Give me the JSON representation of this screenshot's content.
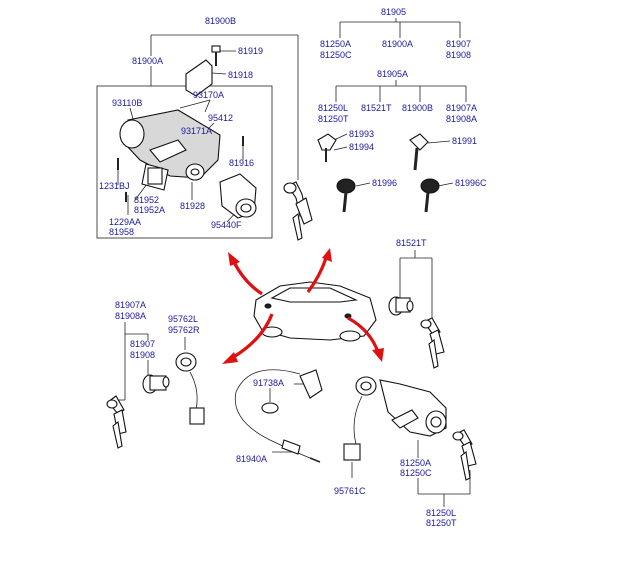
{
  "labels": {
    "l_81900B": "81900B",
    "l_81919": "81919",
    "l_81900A": "81900A",
    "l_81918": "81918",
    "l_93170A": "93170A",
    "l_93110B": "93110B",
    "l_95412": "95412",
    "l_93171A": "93171A",
    "l_81916": "81916",
    "l_1231BJ": "1231BJ",
    "l_81952": "81952",
    "l_81952A": "81952A",
    "l_81928": "81928",
    "l_95440F": "95440F",
    "l_1229AA": "1229AA",
    "l_81958": "81958",
    "l_81905": "81905",
    "l_81250A_top": "81250A",
    "l_81250C_top": "81250C",
    "l_81900A_top": "81900A",
    "l_81907_top": "81907",
    "l_81908_top": "81908",
    "l_81905A": "81905A",
    "l_81250L_top": "81250L",
    "l_81250T_top": "81250T",
    "l_81521T_mid": "81521T",
    "l_81900B_mid": "81900B",
    "l_81907A_mid": "81907A",
    "l_81908A_mid": "81908A",
    "l_81993": "81993",
    "l_81994": "81994",
    "l_81991": "81991",
    "l_81996": "81996",
    "l_81996C": "81996C",
    "l_81521T": "81521T",
    "l_81907A": "81907A",
    "l_81908A": "81908A",
    "l_95762L": "95762L",
    "l_95762R": "95762R",
    "l_81907": "81907",
    "l_81908": "81908",
    "l_91738A": "91738A",
    "l_81940A": "81940A",
    "l_95761C": "95761C",
    "l_81250A": "81250A",
    "l_81250C": "81250C",
    "l_81250L": "81250L",
    "l_81250T": "81250T"
  },
  "colors": {
    "label": "#1a1a9e",
    "arrow": "#e01010",
    "line": "#222222"
  }
}
